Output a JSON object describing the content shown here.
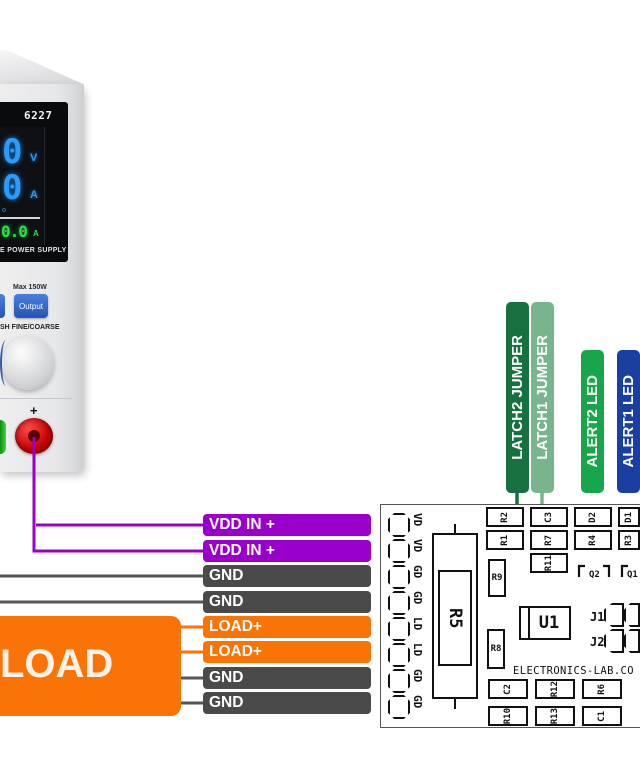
{
  "psu": {
    "model": "6227",
    "brand_line": "E POWER SUPPLY",
    "display": {
      "voltage_digits": "0",
      "voltage_unit": "V",
      "current_digits": "0",
      "current_unit": "A",
      "power_value": "0.0",
      "power_unit": "A",
      "small_marker": "o"
    },
    "max_power": "Max 150W",
    "output_button": "Output",
    "fine_coarse": "SH FINE/COARSE",
    "terminal_plus": "+"
  },
  "labels": {
    "bars": [
      {
        "text": "VDD IN +",
        "color": "#9900cc",
        "style": "bar-purple"
      },
      {
        "text": "VDD IN +",
        "color": "#9900cc",
        "style": "bar-purple"
      },
      {
        "text": "GND",
        "color": "#4a4a4a",
        "style": "bar-gray"
      },
      {
        "text": "GND",
        "color": "#4a4a4a",
        "style": "bar-gray"
      },
      {
        "text": "LOAD+",
        "color": "#f97306",
        "style": "bar-orange"
      },
      {
        "text": "LOAD+",
        "color": "#f97306",
        "style": "bar-orange"
      },
      {
        "text": "GND",
        "color": "#4a4a4a",
        "style": "bar-gray"
      },
      {
        "text": "GND",
        "color": "#4a4a4a",
        "style": "bar-gray"
      }
    ],
    "vertical": [
      {
        "text": "LATCH2 JUMPER",
        "color": "#17703f"
      },
      {
        "text": "LATCH1 JUMPER",
        "color": "#78b58c"
      },
      {
        "text": "ALERT2 LED",
        "color": "#17a64a"
      },
      {
        "text": "ALERT1 LED",
        "color": "#1b3fa0"
      }
    ]
  },
  "load_block": {
    "text": "LOAD",
    "color": "#f97306"
  },
  "pcb": {
    "pad_labels": [
      "VD",
      "VD",
      "GD",
      "GD",
      "LD",
      "LD",
      "GD",
      "GD"
    ],
    "big_resistor": "R5",
    "ic": "U1",
    "logo": "ELECTRONICS-LAB.CO",
    "components": [
      "R9",
      "R8",
      "R2",
      "R1",
      "C3",
      "R7",
      "R11",
      "D2",
      "R4",
      "D1",
      "R3",
      "C2",
      "R12",
      "R6",
      "R10",
      "R13",
      "C1"
    ],
    "transistors": [
      "Q2",
      "Q1"
    ],
    "connectors": [
      "J1",
      "J2"
    ]
  }
}
